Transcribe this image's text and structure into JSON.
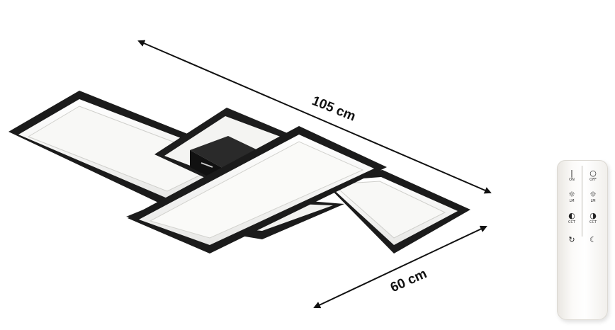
{
  "dimensions": {
    "length": "105 cm",
    "width": "60 cm"
  },
  "remote": {
    "buttons": [
      {
        "icon": "power-on-icon",
        "glyph": "|",
        "label": "ON"
      },
      {
        "icon": "power-off-icon",
        "glyph": "○",
        "label": "OFF"
      },
      {
        "icon": "brightness-up-icon",
        "glyph": "☼",
        "label": "LM"
      },
      {
        "icon": "brightness-down-icon",
        "glyph": "☼",
        "label": "LM"
      },
      {
        "icon": "color-temp-warm-icon",
        "glyph": "◐",
        "label": "CCT"
      },
      {
        "icon": "color-temp-cool-icon",
        "glyph": "◑",
        "label": "CCT"
      },
      {
        "icon": "cycle-mode-icon",
        "glyph": "↻",
        "label": ""
      },
      {
        "icon": "night-mode-icon",
        "glyph": "☾",
        "label": ""
      }
    ]
  },
  "colors": {
    "frame": "#1a1a1a",
    "light_panel": "#f4f4f2",
    "arrow": "#111111"
  }
}
